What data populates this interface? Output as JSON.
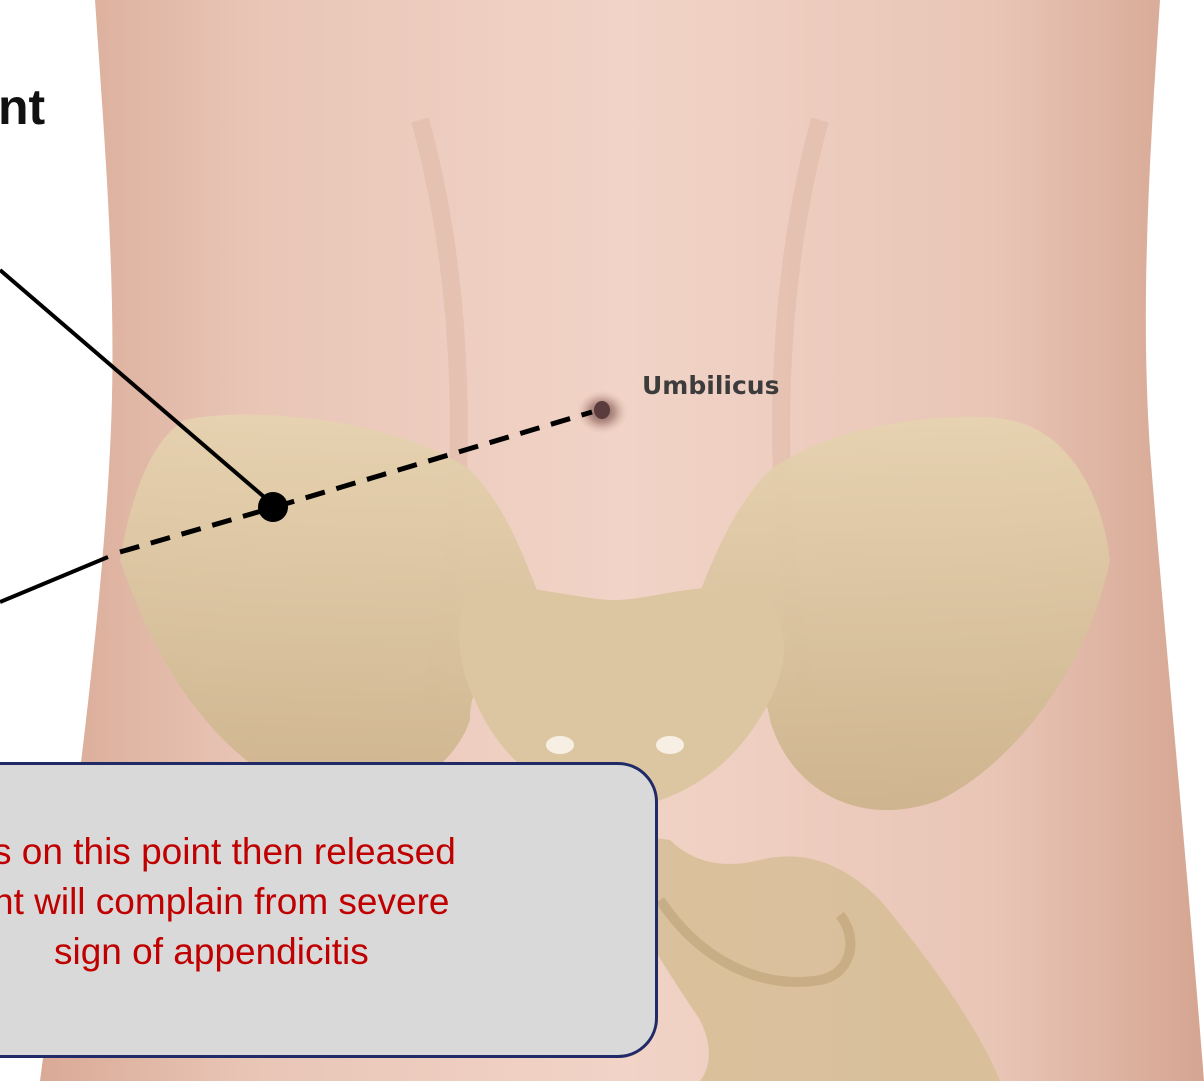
{
  "figure": {
    "title_fragment": "nt",
    "labels": {
      "umbilicus": "Umbilicus"
    },
    "callout": {
      "lines": [
        "s on this point then released",
        "nt will complain from severe",
        "sign of appendicitis"
      ]
    },
    "colors": {
      "skin": "#e7c2b2",
      "bone": "#d9c29b",
      "callout_fill": "#d9d9d9",
      "callout_border": "#1f2a66",
      "callout_text": "#c00000",
      "title_text": "#111111",
      "label_text": "#3c3c3c",
      "marker": "#000000"
    }
  }
}
